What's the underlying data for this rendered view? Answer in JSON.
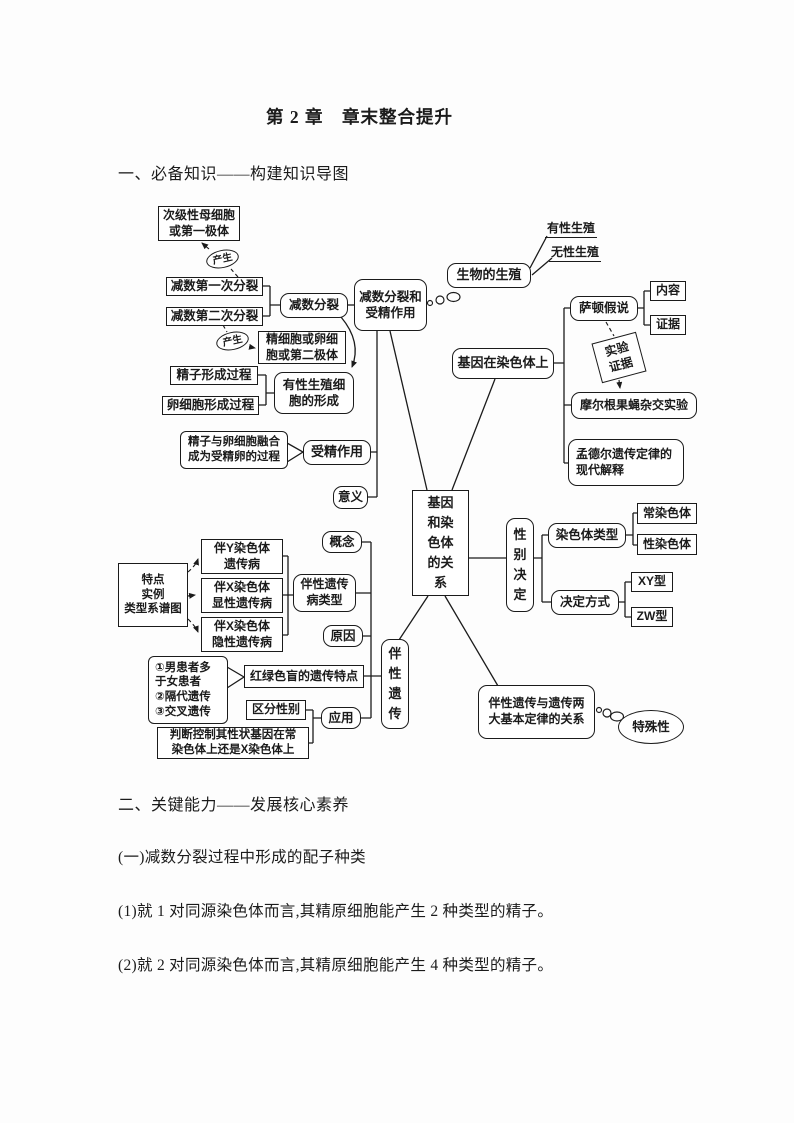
{
  "page": {
    "title": "第 2 章　章末整合提升",
    "section1": "一、必备知识——构建知识导图",
    "section2": "二、关键能力——发展核心素养",
    "subsection1": "(一)减数分裂过程中形成的配子种类",
    "point1": "(1)就 1 对同源染色体而言,其精原细胞能产生 2 种类型的精子。",
    "point2": "(2)就 2 对同源染色体而言,其精原细胞能产生 4 种类型的精子。"
  },
  "diagram": {
    "nodes": {
      "secondary_cell": "次级性母细胞\n或第一极体",
      "produce1": "产生",
      "produce2": "产生",
      "meiosis_first": "减数第一次分裂",
      "meiosis_second": "减数第二次分裂",
      "meiosis": "减数分裂",
      "sperm_or_egg_cell": "精细胞或卵细\n胞或第二极体",
      "sperm_formation": "精子形成过程",
      "egg_formation": "卵细胞形成过程",
      "gamete_formation": "有性生殖细\n胞的形成",
      "meiosis_fertilization": "减数分裂和\n受精作用",
      "organism_reproduction": "生物的生殖",
      "sexual_reproduction": "有性生殖",
      "asexual_reproduction": "无性生殖",
      "gene_on_chromosome": "基因在染色体上",
      "sutton_hypothesis": "萨顿假说",
      "content": "内容",
      "evidence": "证据",
      "experimental_evidence": "实验\n证据",
      "morgan_experiment": "摩尔根果蝇杂交实验",
      "mendel_modern": "孟德尔遗传定律的\n现代解释",
      "fertilization_detail": "精子与卵细胞融合\n成为受精卵的过程",
      "fertilization": "受精作用",
      "significance": "意义",
      "gene_chromosome_relation": "基因\n和染\n色体\n的关\n系",
      "sex_determination": "性\n别\n决\n定",
      "chromosome_type": "染色体类型",
      "autosome": "常染色体",
      "sex_chromosome": "性染色体",
      "determination_mode": "决定方式",
      "xy_type": "XY型",
      "zw_type": "ZW型",
      "concept": "概念",
      "sex_linked_disease_type": "伴性遗传\n病类型",
      "cause": "原因",
      "traits_examples": "特点\n实例\n类型系谱图",
      "y_linked_disease": "伴Y染色体\n遗传病",
      "x_dominant_disease": "伴X染色体\n显性遗传病",
      "x_recessive_disease": "伴X染色体\n隐性遗传病",
      "colorblind_features_list": "①男患者多\n于女患者\n②隔代遗传\n③交叉遗传",
      "colorblind_inheritance": "红绿色盲的遗传特点",
      "distinguish_sex": "区分性别",
      "application": "应用",
      "judge_gene_location": "判断控制其性状基因在常\n染色体上还是X染色体上",
      "sex_linked_inheritance": "伴\n性\n遗\n传",
      "sex_linked_two_laws": "伴性遗传与遗传两\n大基本定律的关系",
      "particularity": "特殊性"
    }
  }
}
